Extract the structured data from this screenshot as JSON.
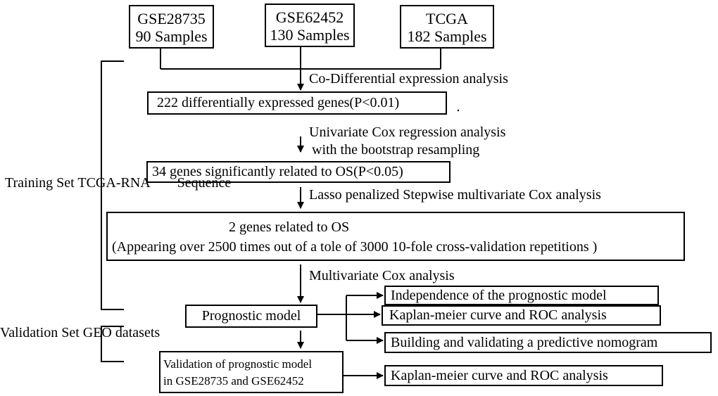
{
  "sources": [
    {
      "id": "GSE28735",
      "samples": "90 Samples"
    },
    {
      "id": "GSE62452",
      "samples": "130 Samples"
    },
    {
      "id": "TCGA",
      "samples": "182 Samples"
    }
  ],
  "steps": {
    "co_differential": "Co-Differential expression analysis",
    "deg_box": "222 differentially expressed genes(P<0.01)",
    "univariate_line1": "Univariate Cox regression analysis",
    "univariate_line2": "with the bootstrap resampling",
    "os_box": "34 genes significantly related to OS(P<0.05)",
    "lasso": "Lasso penalized Stepwise multivariate Cox analysis",
    "two_genes_line1": "2 genes related to OS",
    "two_genes_line2": "(Appearing over 2500 times out of a tole of 3000 10-fole cross-validation repetitions )",
    "multivariate": "Multivariate Cox analysis",
    "prognostic_model": "Prognostic model",
    "validation_line1": "Validation of prognostic model",
    "validation_line2": "in GSE28735 and GSE62452"
  },
  "outcomes": {
    "independence": "Independence of the prognostic model",
    "km_roc": "Kaplan-meier curve and ROC analysis",
    "nomogram": "Building and validating  a predictive nomogram",
    "km_roc_validation": "Kaplan-meier curve and ROC analysis"
  },
  "side_labels": {
    "training": [
      "Training Set",
      "TCGA-RNA",
      "Sequence"
    ],
    "validation": [
      "Validation Set",
      "GEO datasets"
    ]
  }
}
